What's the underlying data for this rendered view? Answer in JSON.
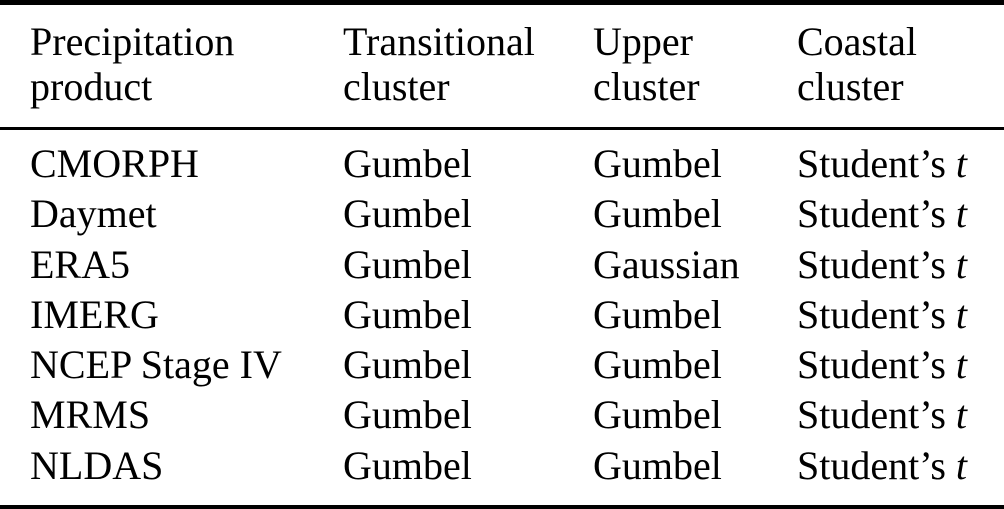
{
  "table": {
    "headers": [
      {
        "line1": "Precipitation",
        "line2": "product"
      },
      {
        "line1": "Transitional",
        "line2": "cluster"
      },
      {
        "line1": "Upper",
        "line2": "cluster"
      },
      {
        "line1": "Coastal",
        "line2": "cluster"
      }
    ],
    "rows": [
      {
        "product": "CMORPH",
        "transitional": "Gumbel",
        "upper": "Gumbel",
        "coastal": {
          "text": "Student’s",
          "italic": "t"
        }
      },
      {
        "product": "Daymet",
        "transitional": "Gumbel",
        "upper": "Gumbel",
        "coastal": {
          "text": "Student’s",
          "italic": "t"
        }
      },
      {
        "product": "ERA5",
        "transitional": "Gumbel",
        "upper": "Gaussian",
        "coastal": {
          "text": "Student’s",
          "italic": "t"
        }
      },
      {
        "product": "IMERG",
        "transitional": "Gumbel",
        "upper": "Gumbel",
        "coastal": {
          "text": "Student’s",
          "italic": "t"
        }
      },
      {
        "product": "NCEP Stage IV",
        "transitional": "Gumbel",
        "upper": "Gumbel",
        "coastal": {
          "text": "Student’s",
          "italic": "t"
        }
      },
      {
        "product": "MRMS",
        "transitional": "Gumbel",
        "upper": "Gumbel",
        "coastal": {
          "text": "Student’s",
          "italic": "t"
        }
      },
      {
        "product": "NLDAS",
        "transitional": "Gumbel",
        "upper": "Gumbel",
        "coastal": {
          "text": "Student’s",
          "italic": "t"
        }
      }
    ]
  },
  "colors": {
    "text": "#000000",
    "background": "#ffffff",
    "rule": "#000000"
  }
}
